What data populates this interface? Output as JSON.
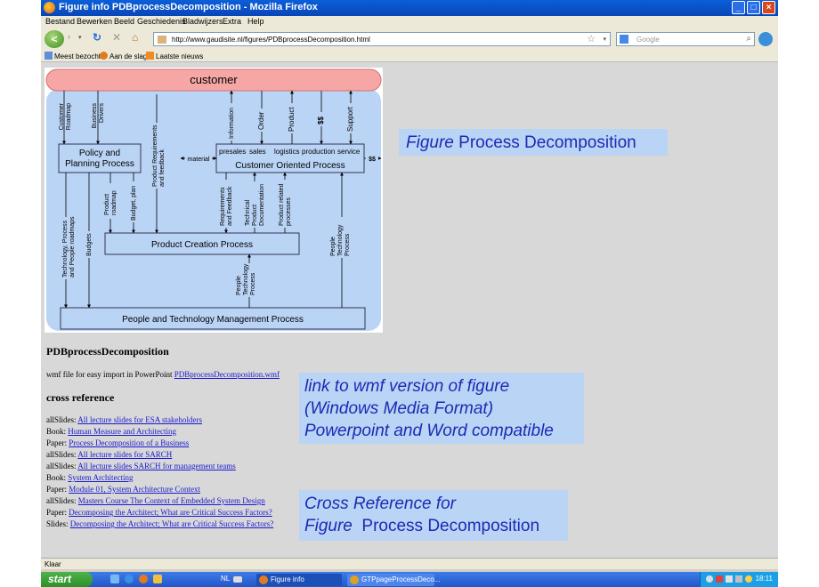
{
  "window": {
    "title": "Figure info PDBprocessDecomposition - Mozilla Firefox",
    "minimize": "_",
    "maximize": "□",
    "close": "×"
  },
  "menu": [
    "Bestand",
    "Bewerken",
    "Beeld",
    "Geschiedenis",
    "Bladwijzers",
    "Extra",
    "Help"
  ],
  "nav": {
    "back": "<",
    "url": "http://www.gaudisite.nl/figures/PDBprocessDecomposition.html",
    "search_placeholder": "Google"
  },
  "bookmarks": [
    "Meest bezocht",
    "Aan de slag",
    "Laatste nieuws"
  ],
  "diagram": {
    "customer": "customer",
    "policy": [
      "Policy and",
      "Planning Process"
    ],
    "cop_title": "Customer Oriented Process",
    "cop_parts": [
      "presales",
      "sales",
      "logistics",
      "production",
      "service"
    ],
    "pcp": "Product Creation Process",
    "ptm": "People and Technology Management Process",
    "lbl_customer_roadmap": [
      "Customer",
      "Roadmap"
    ],
    "lbl_business_drivers": [
      "Business",
      "Drivers"
    ],
    "lbl_prod_req": [
      "Product Requirements",
      "and feedback"
    ],
    "lbl_information": "Information",
    "lbl_order": "Order",
    "lbl_product": "Product",
    "lbl_money": "$$",
    "lbl_support": "Support",
    "lbl_material": "material",
    "lbl_money_out": "$$",
    "lbl_tech_roadmaps": [
      "Technology, Process",
      "and People roadmaps"
    ],
    "lbl_budgets": "Budgets",
    "lbl_product_roadmap": [
      "Product",
      "roadmap"
    ],
    "lbl_budget_plan": "Budget, plan",
    "lbl_req_feedback": [
      "Requirements",
      "and Feedback"
    ],
    "lbl_tech_doc": [
      "Technical",
      "Product",
      "Documentation"
    ],
    "lbl_prod_related": [
      "Product related",
      "processes"
    ],
    "lbl_ptp_right": [
      "People",
      "Technology",
      "Process"
    ],
    "lbl_ptp_mid": [
      "People",
      "Technology",
      "Process"
    ]
  },
  "annotations": {
    "figure_title_em": "Figure",
    "figure_title_rest": "Process Decomposition",
    "wmf_note": [
      "link to wmf version of figure",
      "(Windows Media Format)",
      "Powerpoint and Word compatible"
    ],
    "xref_line1": "Cross Reference for",
    "xref_em": "Figure",
    "xref_rest": "Process Decomposition"
  },
  "page": {
    "heading": "PDBprocessDecomposition",
    "wmf_text": "wmf file for easy import in PowerPoint ",
    "wmf_link": "PDBprocessDecomposition.wmf",
    "xref_heading": "cross reference",
    "xrefs": [
      {
        "prefix": "allSlides: ",
        "link": "All lecture slides for ESA stakeholders"
      },
      {
        "prefix": "Book: ",
        "link": "Human Measure and Architecting"
      },
      {
        "prefix": "Paper: ",
        "link": "Process Decomposition of a Business"
      },
      {
        "prefix": "allSlides: ",
        "link": "All lecture slides for SARCH"
      },
      {
        "prefix": "allSlides: ",
        "link": "All lecture slides SARCH for management teams"
      },
      {
        "prefix": "Book: ",
        "link": "System Architecting"
      },
      {
        "prefix": "Paper: ",
        "link": "Module 01, System Architecture Context"
      },
      {
        "prefix": "allSlides: ",
        "link": "Masters Course The Context of Embedded System Design"
      },
      {
        "prefix": "Paper: ",
        "link": "Decomposing the Architect; What are Critical Success Factors?"
      },
      {
        "prefix": "Slides: ",
        "link": "Decomposing the Architect; What are Critical Success Factors?"
      }
    ]
  },
  "status": "Klaar",
  "taskbar": {
    "start": "start",
    "lang": "NL",
    "items": [
      "Figure info PDBproce...",
      "GTPpageProcessDeco..."
    ],
    "clock": "18:11"
  }
}
